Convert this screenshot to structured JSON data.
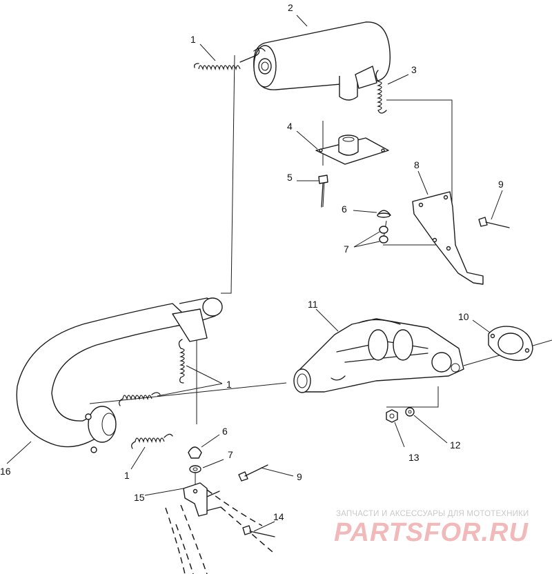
{
  "callouts": [
    {
      "id": "c1a",
      "text": "1"
    },
    {
      "id": "c2",
      "text": "2"
    },
    {
      "id": "c3",
      "text": "3"
    },
    {
      "id": "c4",
      "text": "4"
    },
    {
      "id": "c5",
      "text": "5"
    },
    {
      "id": "c6a",
      "text": "6"
    },
    {
      "id": "c7a",
      "text": "7"
    },
    {
      "id": "c8",
      "text": "8"
    },
    {
      "id": "c9a",
      "text": "9"
    },
    {
      "id": "c10",
      "text": "10"
    },
    {
      "id": "c11",
      "text": "11"
    },
    {
      "id": "c1b",
      "text": "1"
    },
    {
      "id": "c16",
      "text": "16"
    },
    {
      "id": "c1c",
      "text": "1"
    },
    {
      "id": "c6b",
      "text": "6"
    },
    {
      "id": "c7b",
      "text": "7"
    },
    {
      "id": "c9b",
      "text": "9"
    },
    {
      "id": "c15",
      "text": "15"
    },
    {
      "id": "c14",
      "text": "14"
    },
    {
      "id": "c13",
      "text": "13"
    },
    {
      "id": "c12",
      "text": "12"
    }
  ],
  "watermark": {
    "caption": "ЗАПЧАСТИ И АКСЕССУАРЫ ДЛЯ МОТОТЕХНИКИ",
    "brand": "PARTSFOR.RU"
  }
}
